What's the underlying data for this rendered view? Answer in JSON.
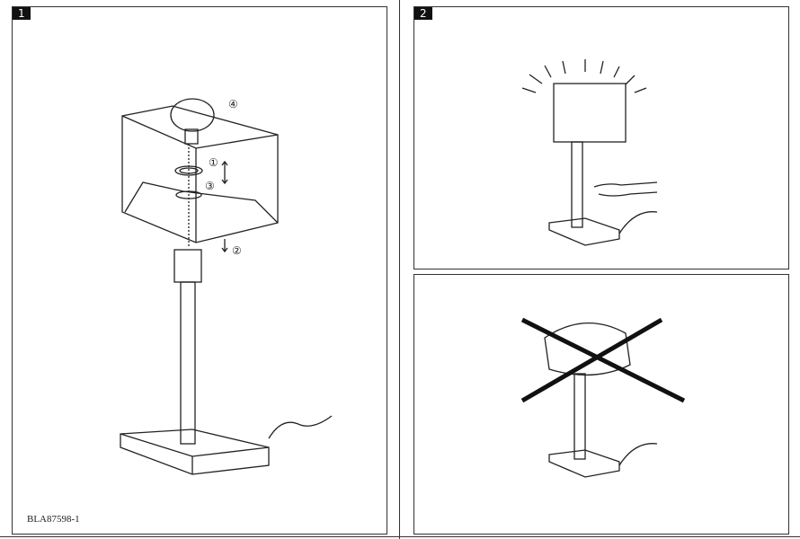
{
  "panels": [
    {
      "number": "1",
      "step_labels": [
        "①",
        "②",
        "③",
        "④"
      ]
    },
    {
      "number": "2"
    },
    {
      "number": ""
    }
  ],
  "document_code": "BLA87598-1"
}
